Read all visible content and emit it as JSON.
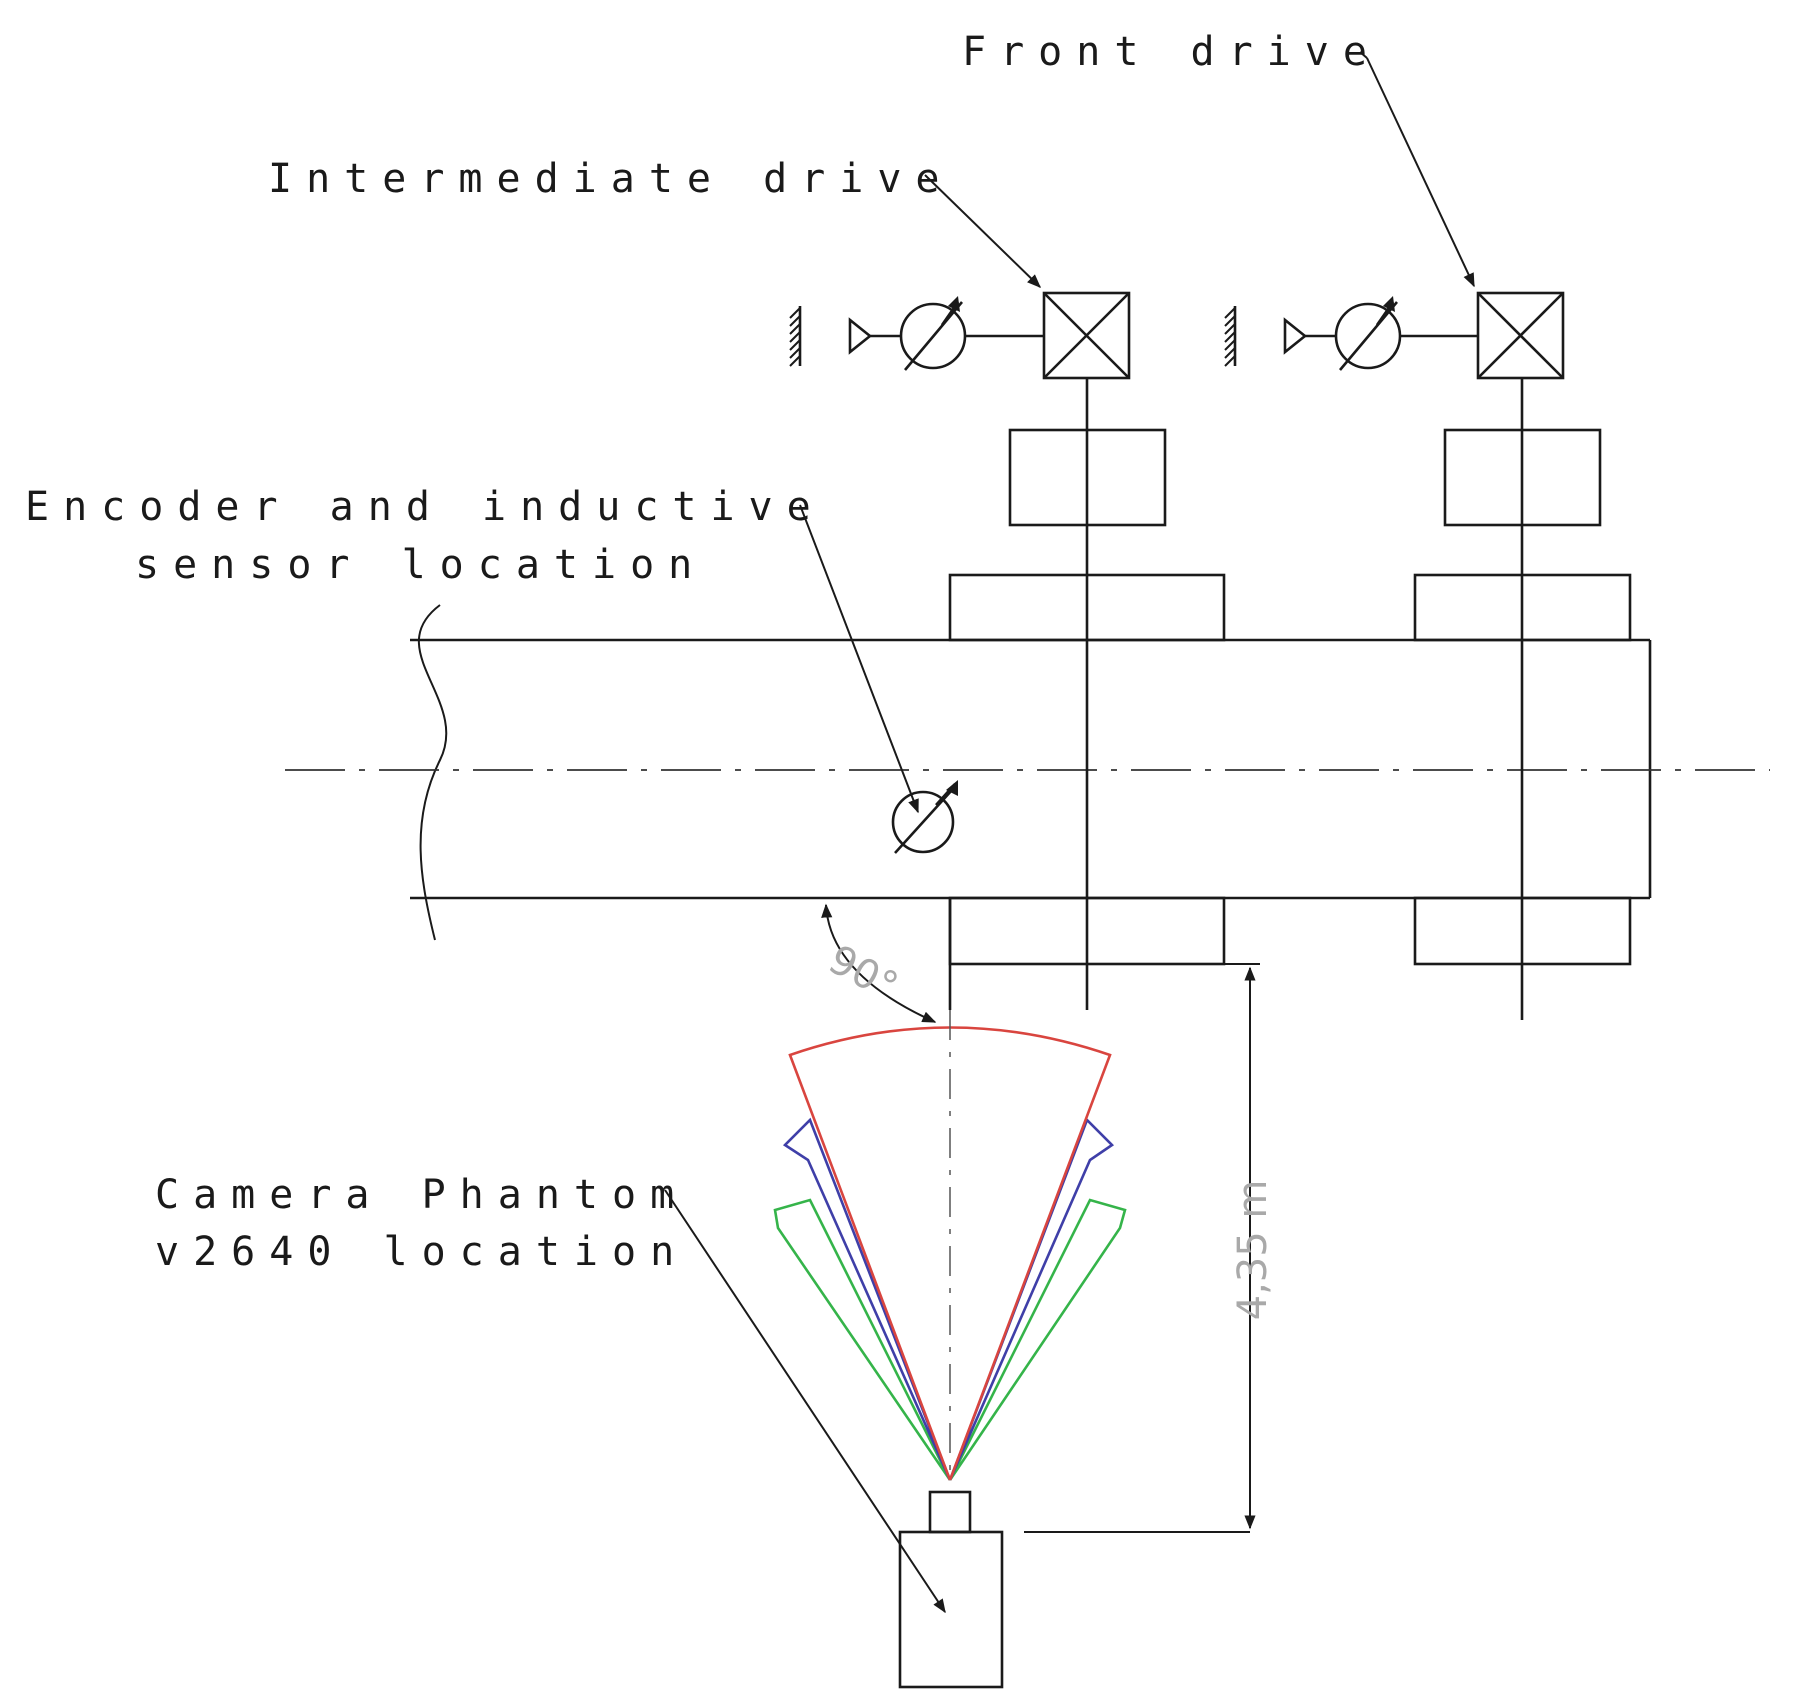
{
  "labels": {
    "front_drive": "Front drive",
    "intermediate_drive": "Intermediate drive",
    "encoder_line1": "Encoder and inductive",
    "encoder_line2": "sensor location",
    "camera_line1": "Camera Phantom",
    "camera_line2": "v2640 location"
  },
  "dimensions": {
    "angle": "90°",
    "distance": "4,35 m"
  },
  "colors": {
    "line": "#1a1a1a",
    "dimension": "#a9a9a9",
    "view_red": "#d9453f",
    "view_blue": "#3f3fa8",
    "view_green": "#35b44a"
  }
}
